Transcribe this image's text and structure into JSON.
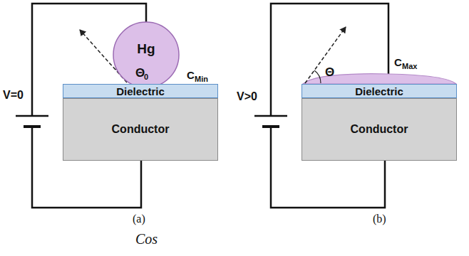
{
  "diagram": {
    "nodes": [
      {
        "text": [
          "Hg"
        ]
      },
      {
        "text": [
          "Dielectric"
        ]
      },
      {
        "text": [
          "Conductor"
        ]
      },
      {
        "text": [
          "Dielectric"
        ]
      },
      {
        "text": [
          "Conductor"
        ]
      }
    ],
    "labels": [
      "V=0",
      "Θ",
      "0",
      "C",
      "Min",
      "(a)",
      "V>0",
      "Θ",
      "C",
      "Max",
      "(b)",
      "Cos"
    ]
  }
}
